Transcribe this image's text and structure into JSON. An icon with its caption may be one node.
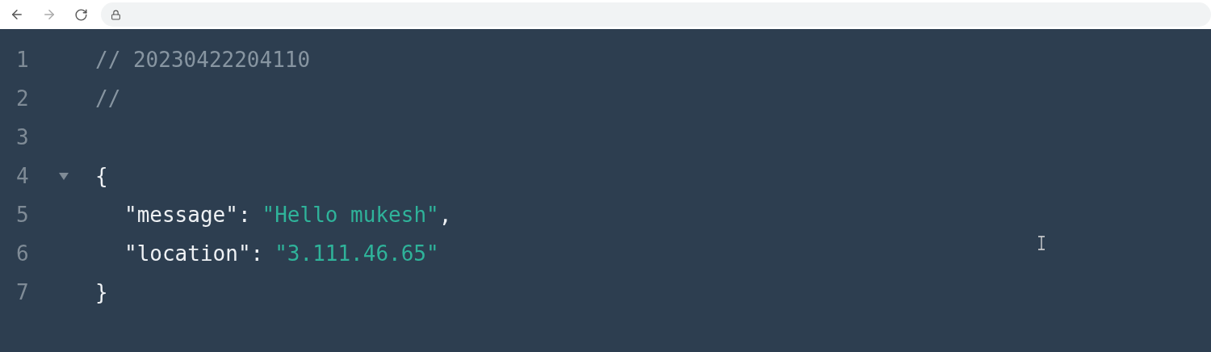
{
  "diagram": {
    "labels": [
      "1",
      "// 20230422204110",
      "2",
      "//",
      "3",
      "4",
      "{",
      "5",
      "\"message\":",
      "\"Hello mukesh\"",
      ",",
      "6",
      "\"location\":",
      "\"3.111.46.65\"",
      "7",
      "}"
    ]
  }
}
